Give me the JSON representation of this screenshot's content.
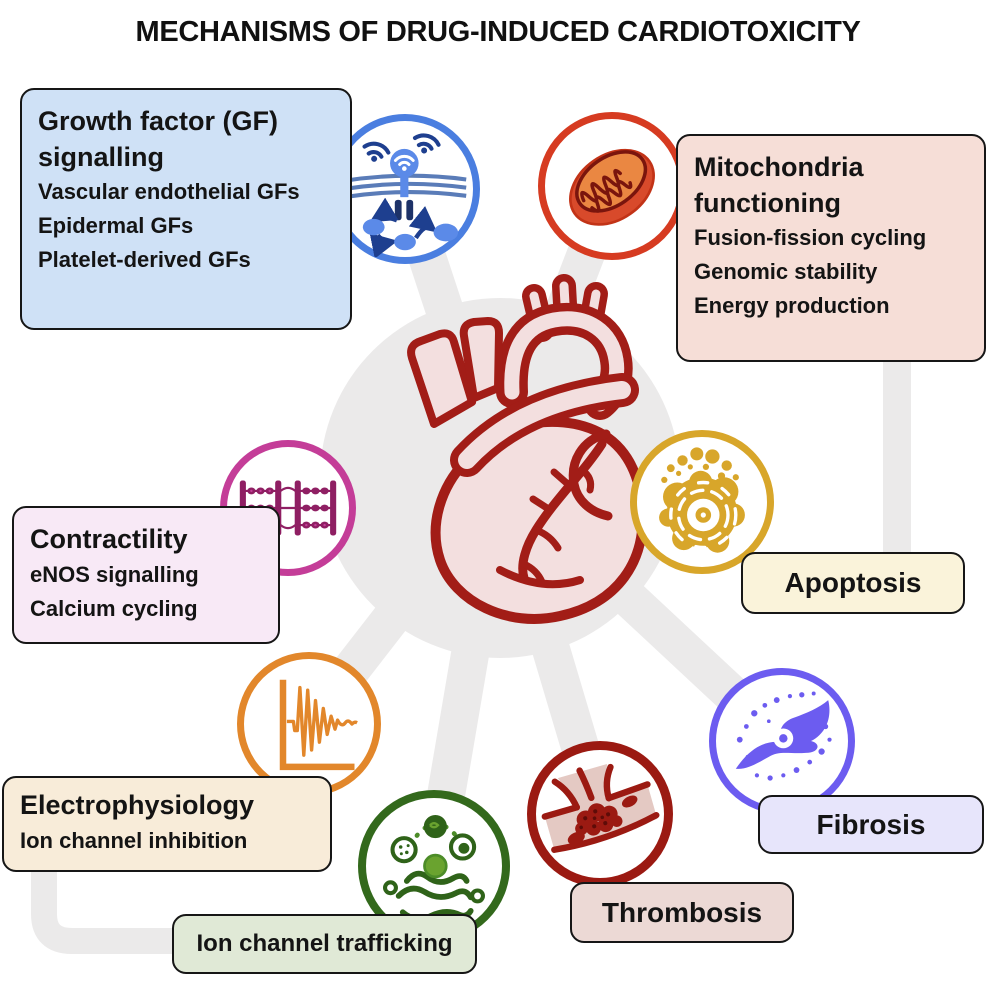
{
  "title": "MECHANISMS OF DRUG-INDUCED CARDIOTOXICITY",
  "center": {
    "label": "heart",
    "outline_color": "#a21d17",
    "fill_color": "#f3dfdf"
  },
  "connector_color": "#ebeaea",
  "mechanisms": {
    "growth_factor": {
      "title": "Growth factor (GF) signalling",
      "items": [
        "Vascular endothelial GFs",
        "Epidermal GFs",
        "Platelet-derived GFs"
      ],
      "accent": "#4a7ee0",
      "box_bg": "#cfe1f6",
      "icon": "gf-receptor-signalling-icon"
    },
    "mitochondria": {
      "title": "Mitochondria functioning",
      "items": [
        "Fusion-fission cycling",
        "Genomic stability",
        "Energy production"
      ],
      "accent": "#d63b21",
      "box_bg": "#f6ded7",
      "icon": "mitochondria-icon"
    },
    "contractility": {
      "title": "Contractility",
      "items": [
        "eNOS signalling",
        "Calcium cycling"
      ],
      "accent": "#c43d98",
      "box_bg": "#f8e9f6",
      "icon": "sarcomere-icon"
    },
    "apoptosis": {
      "title": "Apoptosis",
      "accent": "#d8a62a",
      "box_bg": "#faf3da",
      "icon": "apoptotic-cell-icon"
    },
    "electrophysiology": {
      "title": "Electrophysiology",
      "items": [
        "Ion channel inhibition"
      ],
      "accent": "#e2872b",
      "box_bg": "#f8ecd9",
      "icon": "action-potential-icon"
    },
    "ion_channel_trafficking": {
      "title": "Ion channel trafficking",
      "accent": "#33691c",
      "box_bg": "#e0e9d6",
      "icon": "golgi-trafficking-icon"
    },
    "thrombosis": {
      "title": "Thrombosis",
      "accent": "#9b1a12",
      "box_bg": "#ecd9d5",
      "icon": "thrombus-icon"
    },
    "fibrosis": {
      "title": "Fibrosis",
      "accent": "#6c5cf0",
      "box_bg": "#e7e5fb",
      "icon": "fibroblast-icon"
    }
  }
}
